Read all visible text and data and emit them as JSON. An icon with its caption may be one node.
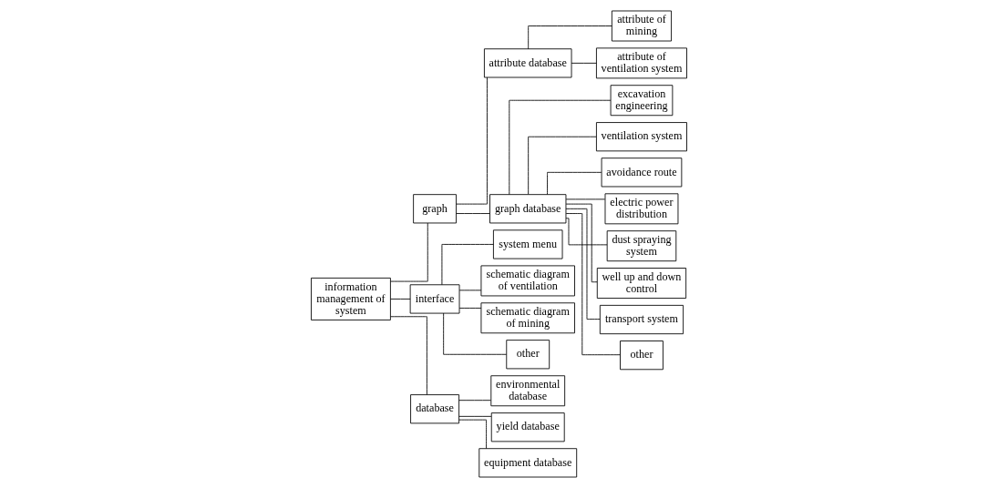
{
  "diagram": {
    "nodes": [
      {
        "text": [
          "information management of system"
        ]
      },
      {
        "text": [
          "graph"
        ]
      },
      {
        "text": [
          "interface"
        ]
      },
      {
        "text": [
          "database"
        ]
      },
      {
        "text": [
          "attribute database"
        ]
      },
      {
        "text": [
          "graph database"
        ]
      },
      {
        "text": [
          "attribute of mining"
        ]
      },
      {
        "text": [
          "attribute of ventilation system"
        ]
      },
      {
        "text": [
          "excavation engineering"
        ]
      },
      {
        "text": [
          "ventilation system"
        ]
      },
      {
        "text": [
          "avoidance route"
        ]
      },
      {
        "text": [
          "electric power distribution"
        ]
      },
      {
        "text": [
          "dust spraying system"
        ]
      },
      {
        "text": [
          "well up and down control"
        ]
      },
      {
        "text": [
          "transport system"
        ]
      },
      {
        "text": [
          "other"
        ]
      },
      {
        "text": [
          "system menu"
        ]
      },
      {
        "text": [
          "schematic diagram of ventilation"
        ]
      },
      {
        "text": [
          "schematic diagram of mining"
        ]
      },
      {
        "text": [
          "other"
        ]
      },
      {
        "text": [
          "environmental database"
        ]
      },
      {
        "text": [
          "yield database"
        ]
      },
      {
        "text": [
          "equipment database"
        ]
      }
    ],
    "edges": [
      {
        "from": 0,
        "to": 1,
        "arrow": "none"
      },
      {
        "from": 0,
        "to": 2,
        "arrow": "none"
      },
      {
        "from": 0,
        "to": 3,
        "arrow": "none"
      },
      {
        "from": 1,
        "to": 4,
        "arrow": "none"
      },
      {
        "from": 1,
        "to": 5,
        "arrow": "none"
      },
      {
        "from": 4,
        "to": 6,
        "arrow": "none"
      },
      {
        "from": 4,
        "to": 7,
        "arrow": "none"
      },
      {
        "from": 5,
        "to": 8,
        "arrow": "none"
      },
      {
        "from": 5,
        "to": 9,
        "arrow": "none"
      },
      {
        "from": 5,
        "to": 10,
        "arrow": "none"
      },
      {
        "from": 5,
        "to": 11,
        "arrow": "none"
      },
      {
        "from": 5,
        "to": 12,
        "arrow": "none"
      },
      {
        "from": 5,
        "to": 13,
        "arrow": "none"
      },
      {
        "from": 5,
        "to": 14,
        "arrow": "none"
      },
      {
        "from": 5,
        "to": 15,
        "arrow": "none"
      },
      {
        "from": 2,
        "to": 16,
        "arrow": "none"
      },
      {
        "from": 2,
        "to": 17,
        "arrow": "none"
      },
      {
        "from": 2,
        "to": 18,
        "arrow": "none"
      },
      {
        "from": 2,
        "to": 19,
        "arrow": "none"
      },
      {
        "from": 3,
        "to": 20,
        "arrow": "none"
      },
      {
        "from": 3,
        "to": 21,
        "arrow": "none"
      },
      {
        "from": 3,
        "to": 22,
        "arrow": "none"
      }
    ]
  }
}
